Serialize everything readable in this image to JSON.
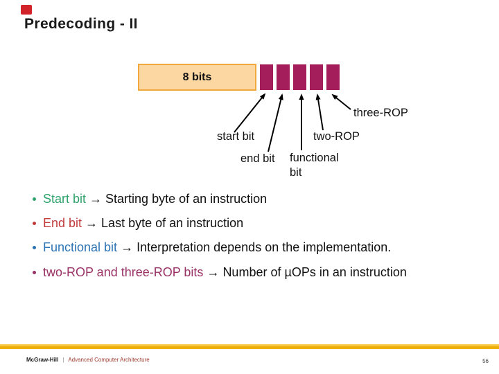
{
  "colors": {
    "bar": "#A51E5C",
    "box_fill": "#FDD7A1",
    "box_border": "#F0A83C",
    "gold_bar_top": "#F7CD4F",
    "gold_bar": "#EFAF0C",
    "title_text": "#1A1A1A",
    "body_text": "#111111",
    "red_square": "#D2232A",
    "footer_course": "#9C3A2E"
  },
  "slide": {
    "title": "Predecoding - II",
    "page_number": "56"
  },
  "diagram": {
    "byte_box_label": "8 bits",
    "bit_cell_count": 5,
    "labels": {
      "start_bit": "start bit",
      "end_bit": "end bit",
      "functional_bit_line1": "functional",
      "functional_bit_line2": "bit",
      "two_rop": "two-ROP",
      "three_rop": "three-ROP"
    }
  },
  "bullets": [
    {
      "term": "Start bit",
      "arrow": "→",
      "description": "Starting byte of an instruction",
      "color": "#2EA36C"
    },
    {
      "term": "End bit",
      "arrow": "→",
      "description": "Last byte of an instruction",
      "color": "#C13B3B"
    },
    {
      "term": "Functional bit",
      "arrow": "→",
      "description": "Interpretation depends on the implementation.",
      "color": "#2E74B5"
    },
    {
      "term": "two-ROP and three-ROP bits",
      "arrow": "→",
      "description": "Number of µOPs in an instruction",
      "color": "#993366"
    }
  ],
  "footer": {
    "publisher": "McGraw-Hill",
    "separator": "|",
    "course": "Advanced Computer Architecture"
  }
}
